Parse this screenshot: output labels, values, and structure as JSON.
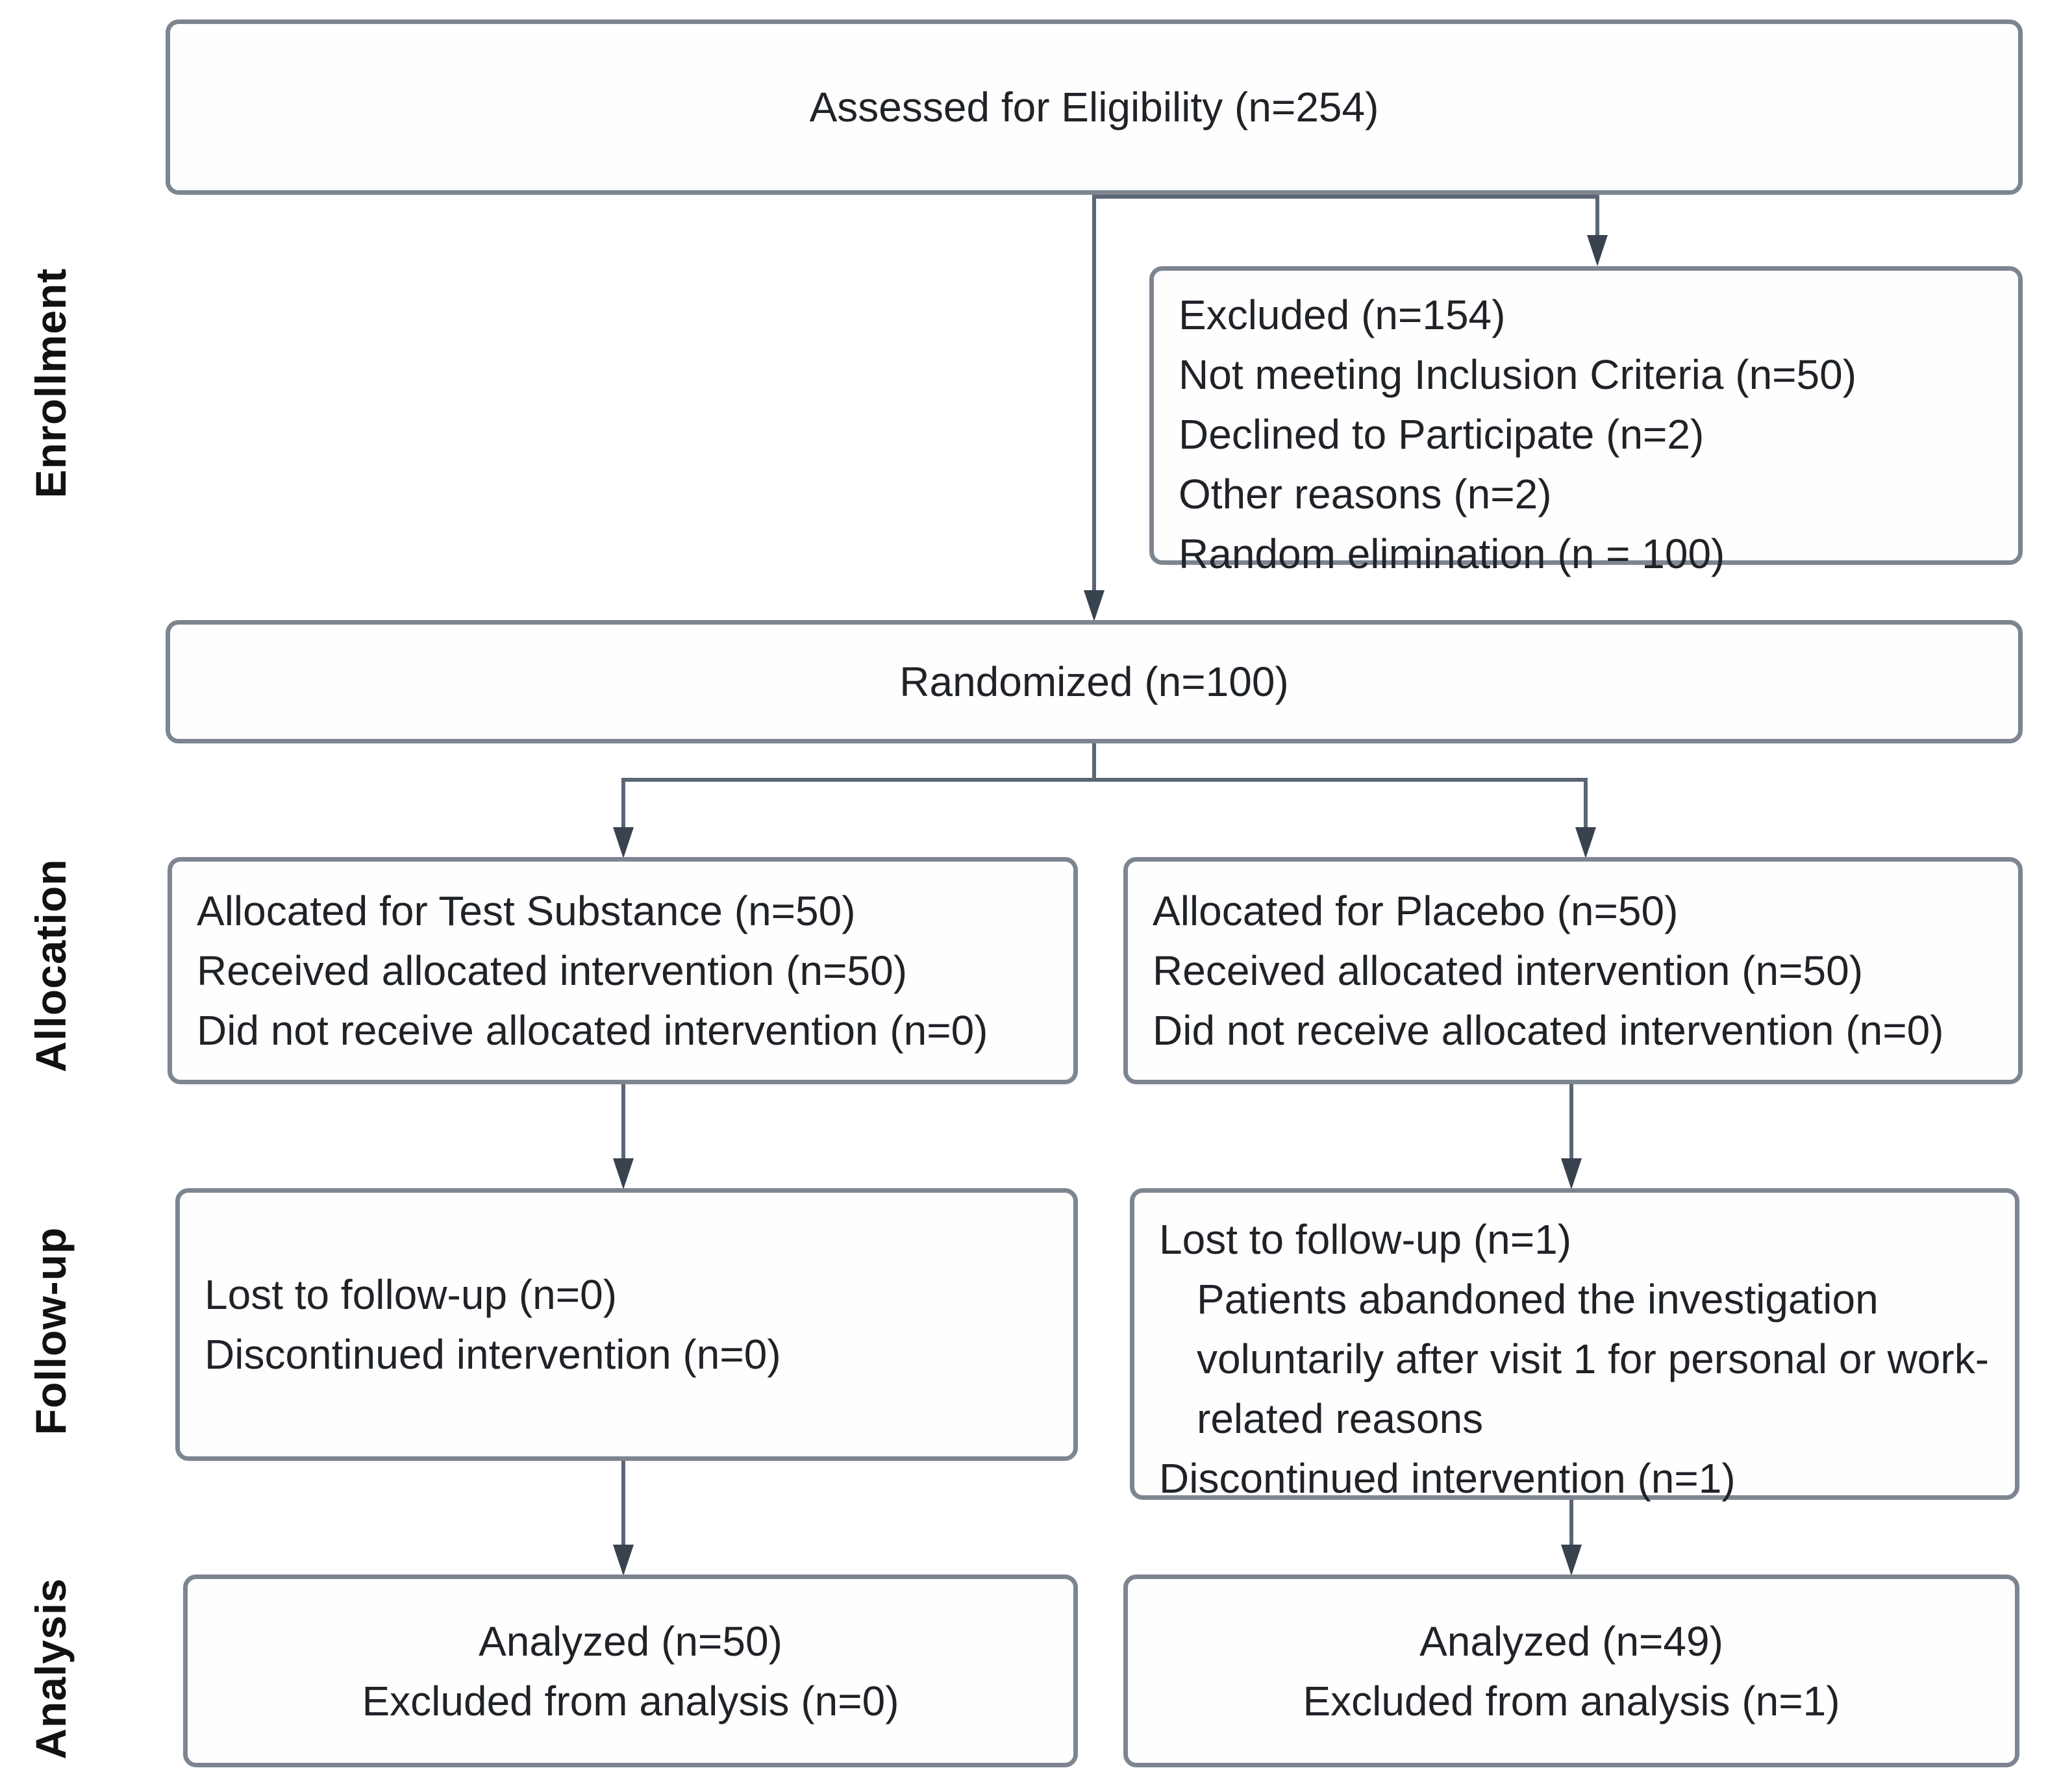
{
  "stage_labels": [
    {
      "label": "Enrollment"
    },
    {
      "label": "Allocation"
    },
    {
      "label": "Follow-up"
    },
    {
      "label": "Analysis"
    }
  ],
  "boxes": {
    "assessed": {
      "text": "Assessed for Eligibility (n=254)"
    },
    "excluded": {
      "lines": [
        "Excluded (n=154)",
        "Not meeting Inclusion Criteria (n=50)",
        "Declined to Participate (n=2)",
        "Other reasons (n=2)",
        "Random elimination (n = 100)"
      ]
    },
    "randomized": {
      "text": "Randomized (n=100)"
    },
    "allocation_test": {
      "lines": [
        "Allocated for Test Substance (n=50)",
        "Received allocated intervention (n=50)",
        "Did not receive allocated intervention (n=0)"
      ]
    },
    "allocation_placebo": {
      "lines": [
        "Allocated for Placebo (n=50)",
        "Received allocated intervention (n=50)",
        "Did not receive allocated intervention (n=0)"
      ]
    },
    "followup_test": {
      "lines": [
        "Lost to follow-up (n=0)",
        "Discontinued intervention (n=0)"
      ]
    },
    "followup_placebo": {
      "line1": "Lost to follow-up (n=1)",
      "detail": "Patients abandoned the investigation voluntarily after visit 1 for personal or work-related reasons",
      "line2": "Discontinued intervention (n=1)"
    },
    "analysis_test": {
      "lines": [
        "Analyzed (n=50)",
        "Excluded from analysis (n=0)"
      ]
    },
    "analysis_placebo": {
      "lines": [
        "Analyzed (n=49)",
        "Excluded from analysis (n=1)"
      ]
    }
  },
  "colors": {
    "box_border": "#7d8590",
    "connector": "#5b6675",
    "arrowhead": "#39434f",
    "text": "#1f2328",
    "background": "#ffffff"
  }
}
